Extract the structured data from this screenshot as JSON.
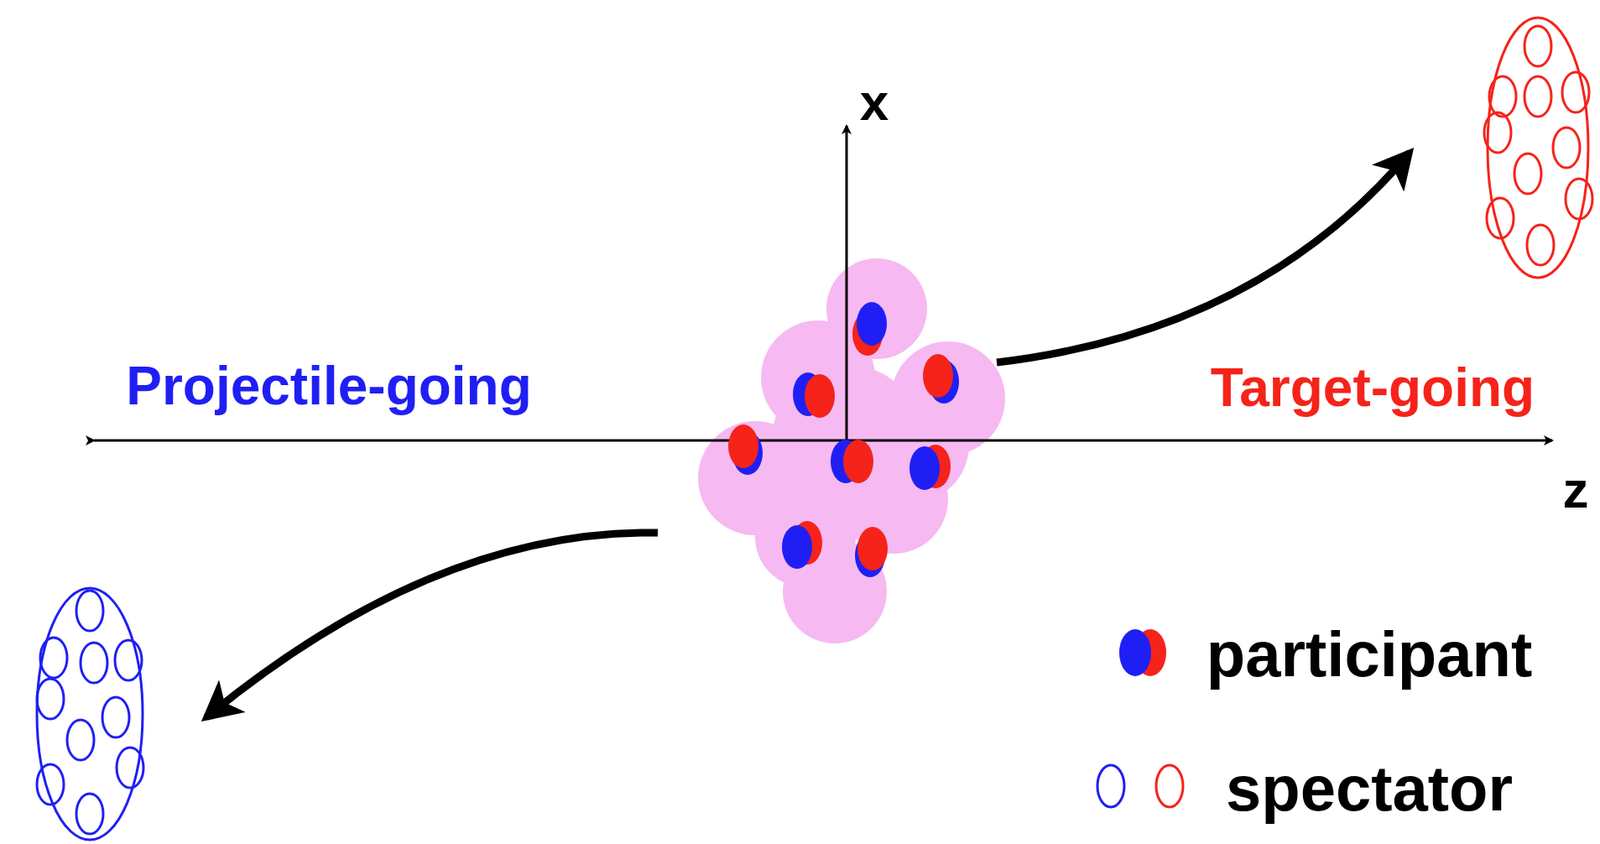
{
  "diagram": {
    "labels": [
      "x",
      "z",
      "Projectile-going",
      "Target-going"
    ],
    "legend": [
      {
        "text": "participant"
      },
      {
        "text": "spectator"
      }
    ]
  }
}
